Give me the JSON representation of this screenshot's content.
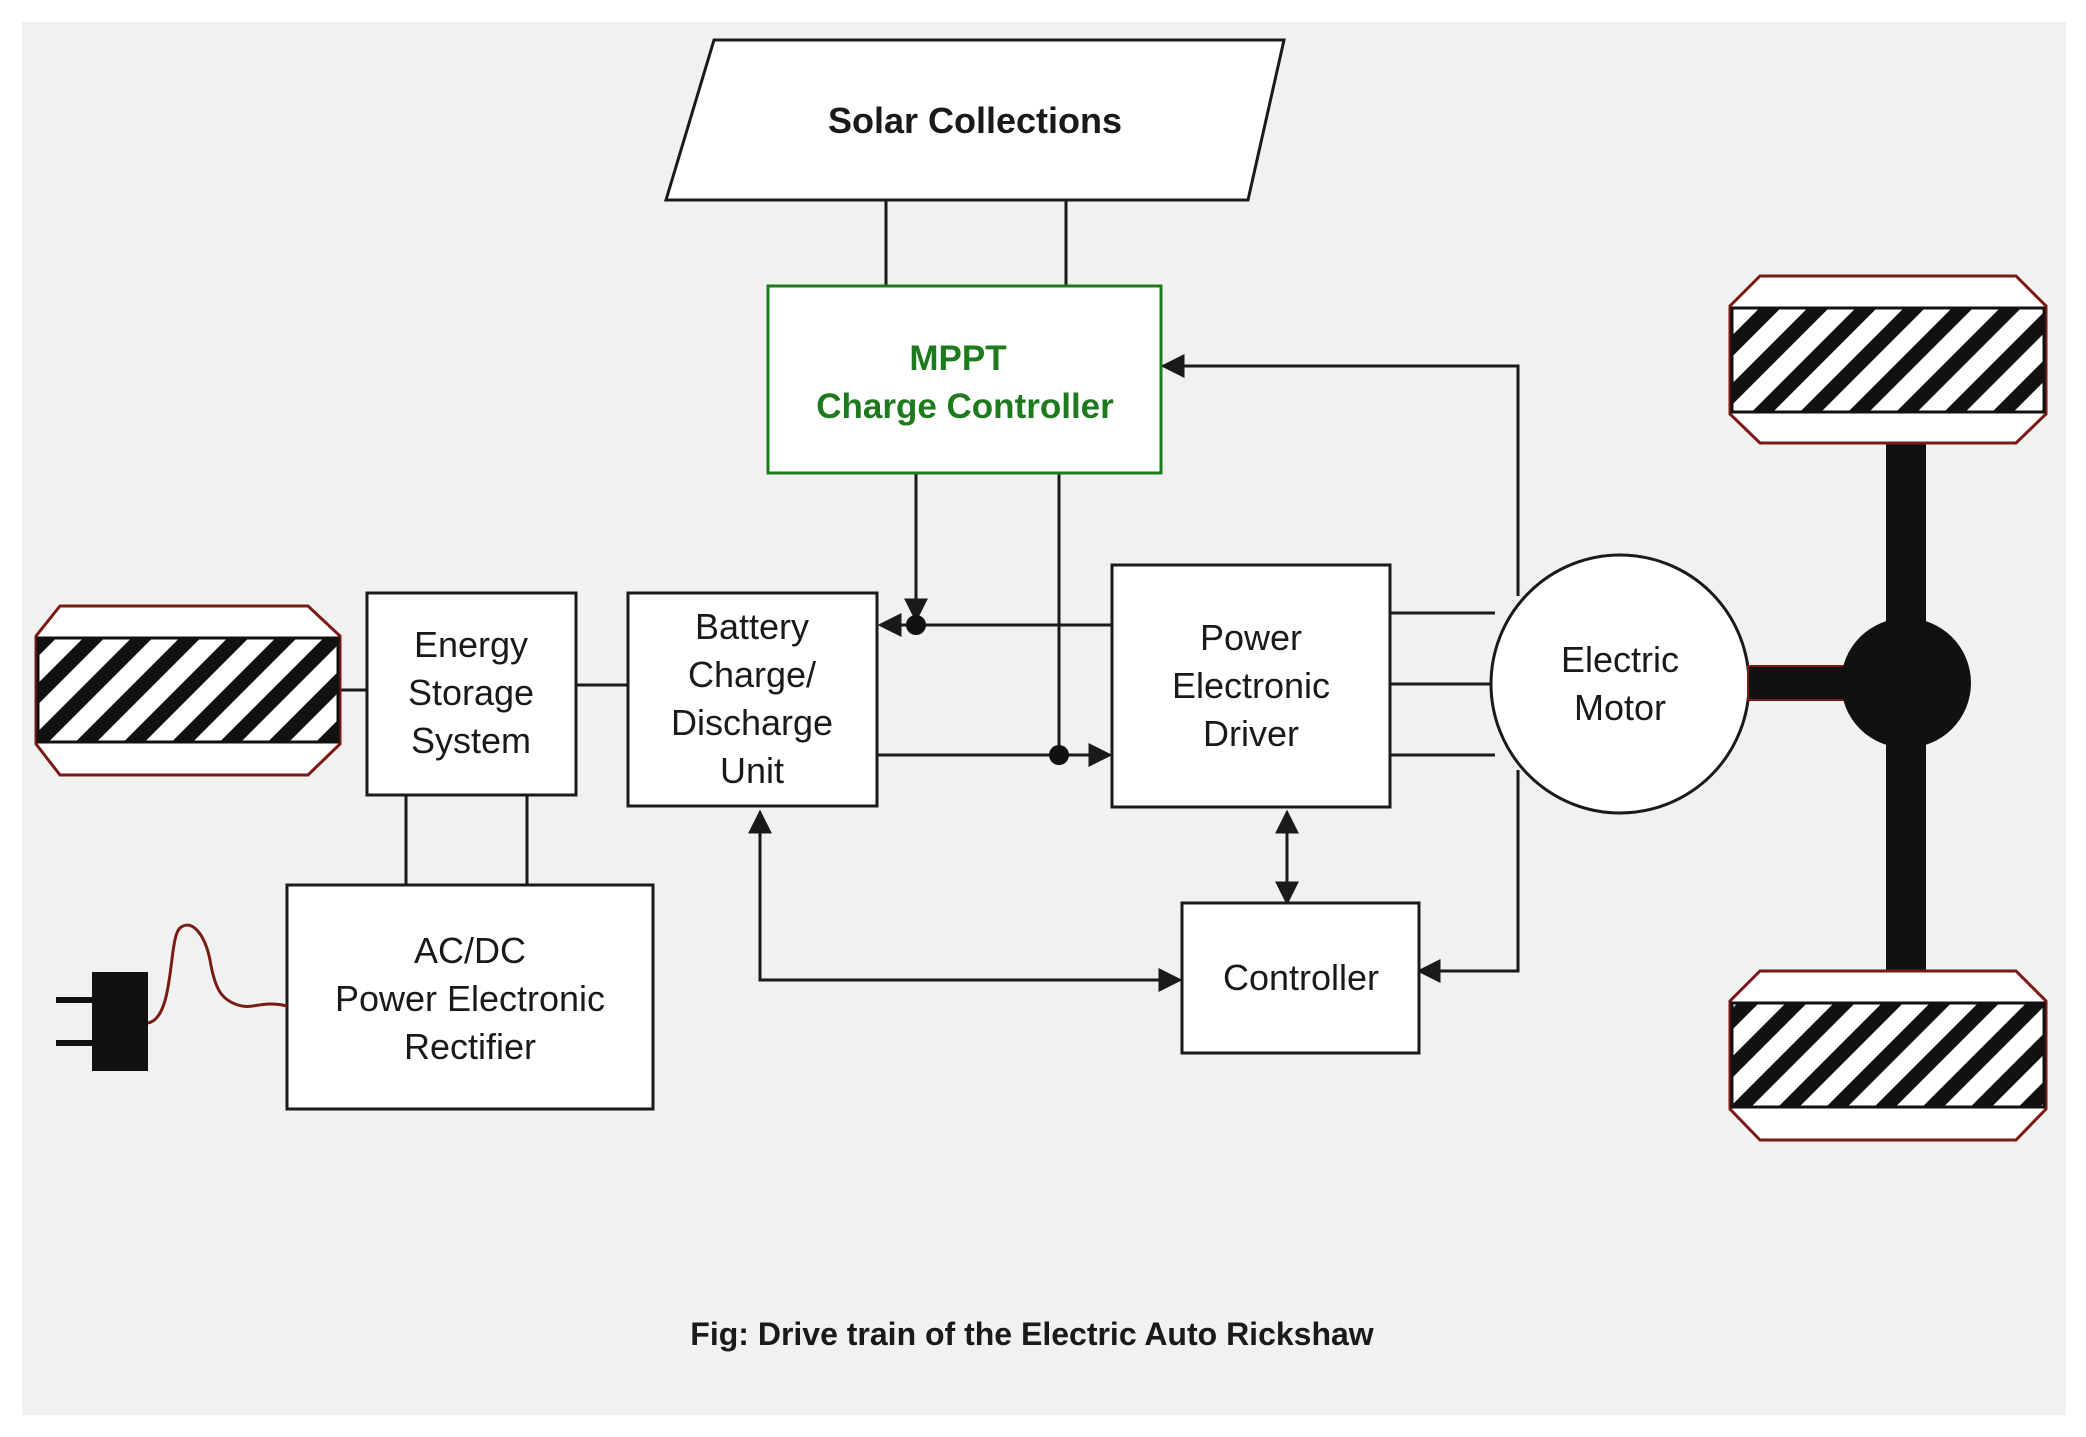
{
  "colors": {
    "background": "#f1f1f1",
    "page": "#ffffff",
    "line": "#1a1a1a",
    "mppt_accent": "#1d7a1d",
    "tire_outline": "#7a1a14",
    "cord": "#7a1a14",
    "box_fill": "#ffffff"
  },
  "solar": {
    "label": "Solar Collections"
  },
  "mppt": {
    "line1": "MPPT",
    "line2": "Charge Controller"
  },
  "energy_storage": {
    "line1": "Energy",
    "line2": "Storage",
    "line3": "System"
  },
  "battery_unit": {
    "line1": "Battery",
    "line2": "Charge/",
    "line3": "Discharge",
    "line4": "Unit"
  },
  "power_driver": {
    "line1": "Power",
    "line2": "Electronic",
    "line3": "Driver"
  },
  "motor": {
    "line1": "Electric",
    "line2": "Motor"
  },
  "controller": {
    "label": "Controller"
  },
  "rectifier": {
    "line1": "AC/DC",
    "line2": "Power Electronic",
    "line3": "Rectifier"
  },
  "caption": "Fig: Drive train of the Electric Auto Rickshaw",
  "icons": [
    "plug-icon",
    "wheel-icon",
    "axle-hub-icon"
  ]
}
